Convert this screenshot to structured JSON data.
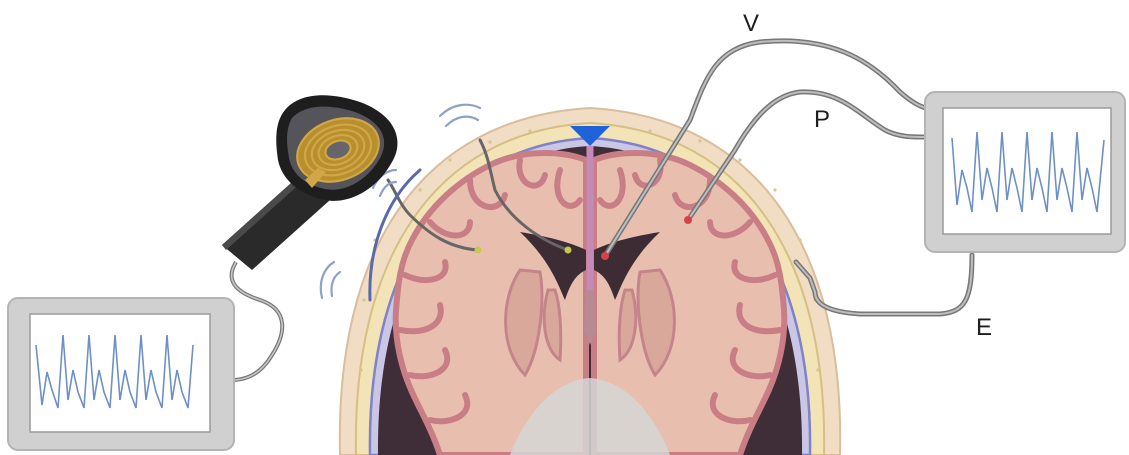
{
  "labels": {
    "v": "V",
    "p": "P",
    "e": "E"
  },
  "colors": {
    "background": "#ffffff",
    "scalp": "#f1dcc4",
    "skull": "#f3e4b8",
    "dura": "#a6a8d8",
    "cortex": "#e8bfae",
    "gyrus_outline": "#c97e86",
    "sulci": "#4a3640",
    "ventricle": "#3d2c33",
    "sinus": "#1f63d6",
    "monitor_frame": "#d0d0d0",
    "waveform": "#6d90c6",
    "cable": "#8a8a8a",
    "probe": "#222222",
    "coil": "#d1a646",
    "wireless_waves": "#8fa2c6"
  },
  "icons": [
    "handheld-reader-icon",
    "induction-coil-icon",
    "wireless-signal-icon",
    "monitor-icon",
    "waveform-icon"
  ]
}
